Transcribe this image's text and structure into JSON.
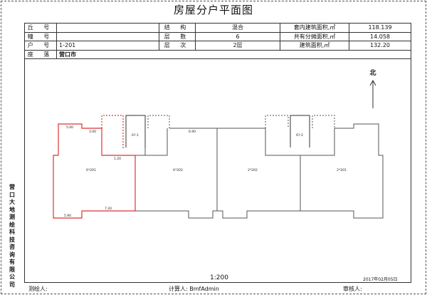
{
  "title": "房屋分户平面图",
  "table": {
    "row1": {
      "l1": "丘 号",
      "v1": "",
      "l2": "结 构",
      "v2": "混合",
      "l3": "套内建筑面积,㎡",
      "v3": "118.139"
    },
    "row2": {
      "l1": "幢 号",
      "v1": "",
      "l2": "层 数",
      "v2": "6",
      "l3": "共有分摊面积,㎡",
      "v3": "14.058"
    },
    "row3": {
      "l1": "户 号",
      "v1": "1-201",
      "l2": "层 次",
      "v2": "2层",
      "l3": "建筑面积,㎡",
      "v3": "132.20"
    },
    "row4": {
      "l1": "座 落",
      "v1": "营口市"
    }
  },
  "company": "营口大地测绘科技咨询有限公司",
  "plan": {
    "north": "北",
    "units": [
      "6*201",
      "6*202",
      "2*202",
      "2*201"
    ],
    "stairs": [
      "6?-1",
      "6?-2"
    ],
    "dims": [
      "5.00",
      "3.00",
      "1.20",
      "7.20",
      "5.90",
      "6.90"
    ]
  },
  "scale": "1:200",
  "date": "2017年02月05日",
  "footer": {
    "surveyor": "测绘人:",
    "calculator": "计算人: BmfAdmin",
    "reviewer": "审核人:"
  }
}
